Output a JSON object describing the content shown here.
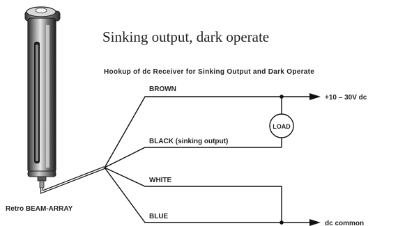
{
  "title": "Sinking output, dark operate",
  "heading": "Hookup of dc Receiver for Sinking Output and Dark Operate",
  "sensor_label": "Retro BEAM-ARRAY",
  "load_label": "LOAD",
  "wires": {
    "brown": "BROWN",
    "black": "BLACK (sinking output)",
    "white": "WHITE",
    "blue": "BLUE"
  },
  "supply_positive": "+10 – 30V dc",
  "supply_common": "dc common"
}
